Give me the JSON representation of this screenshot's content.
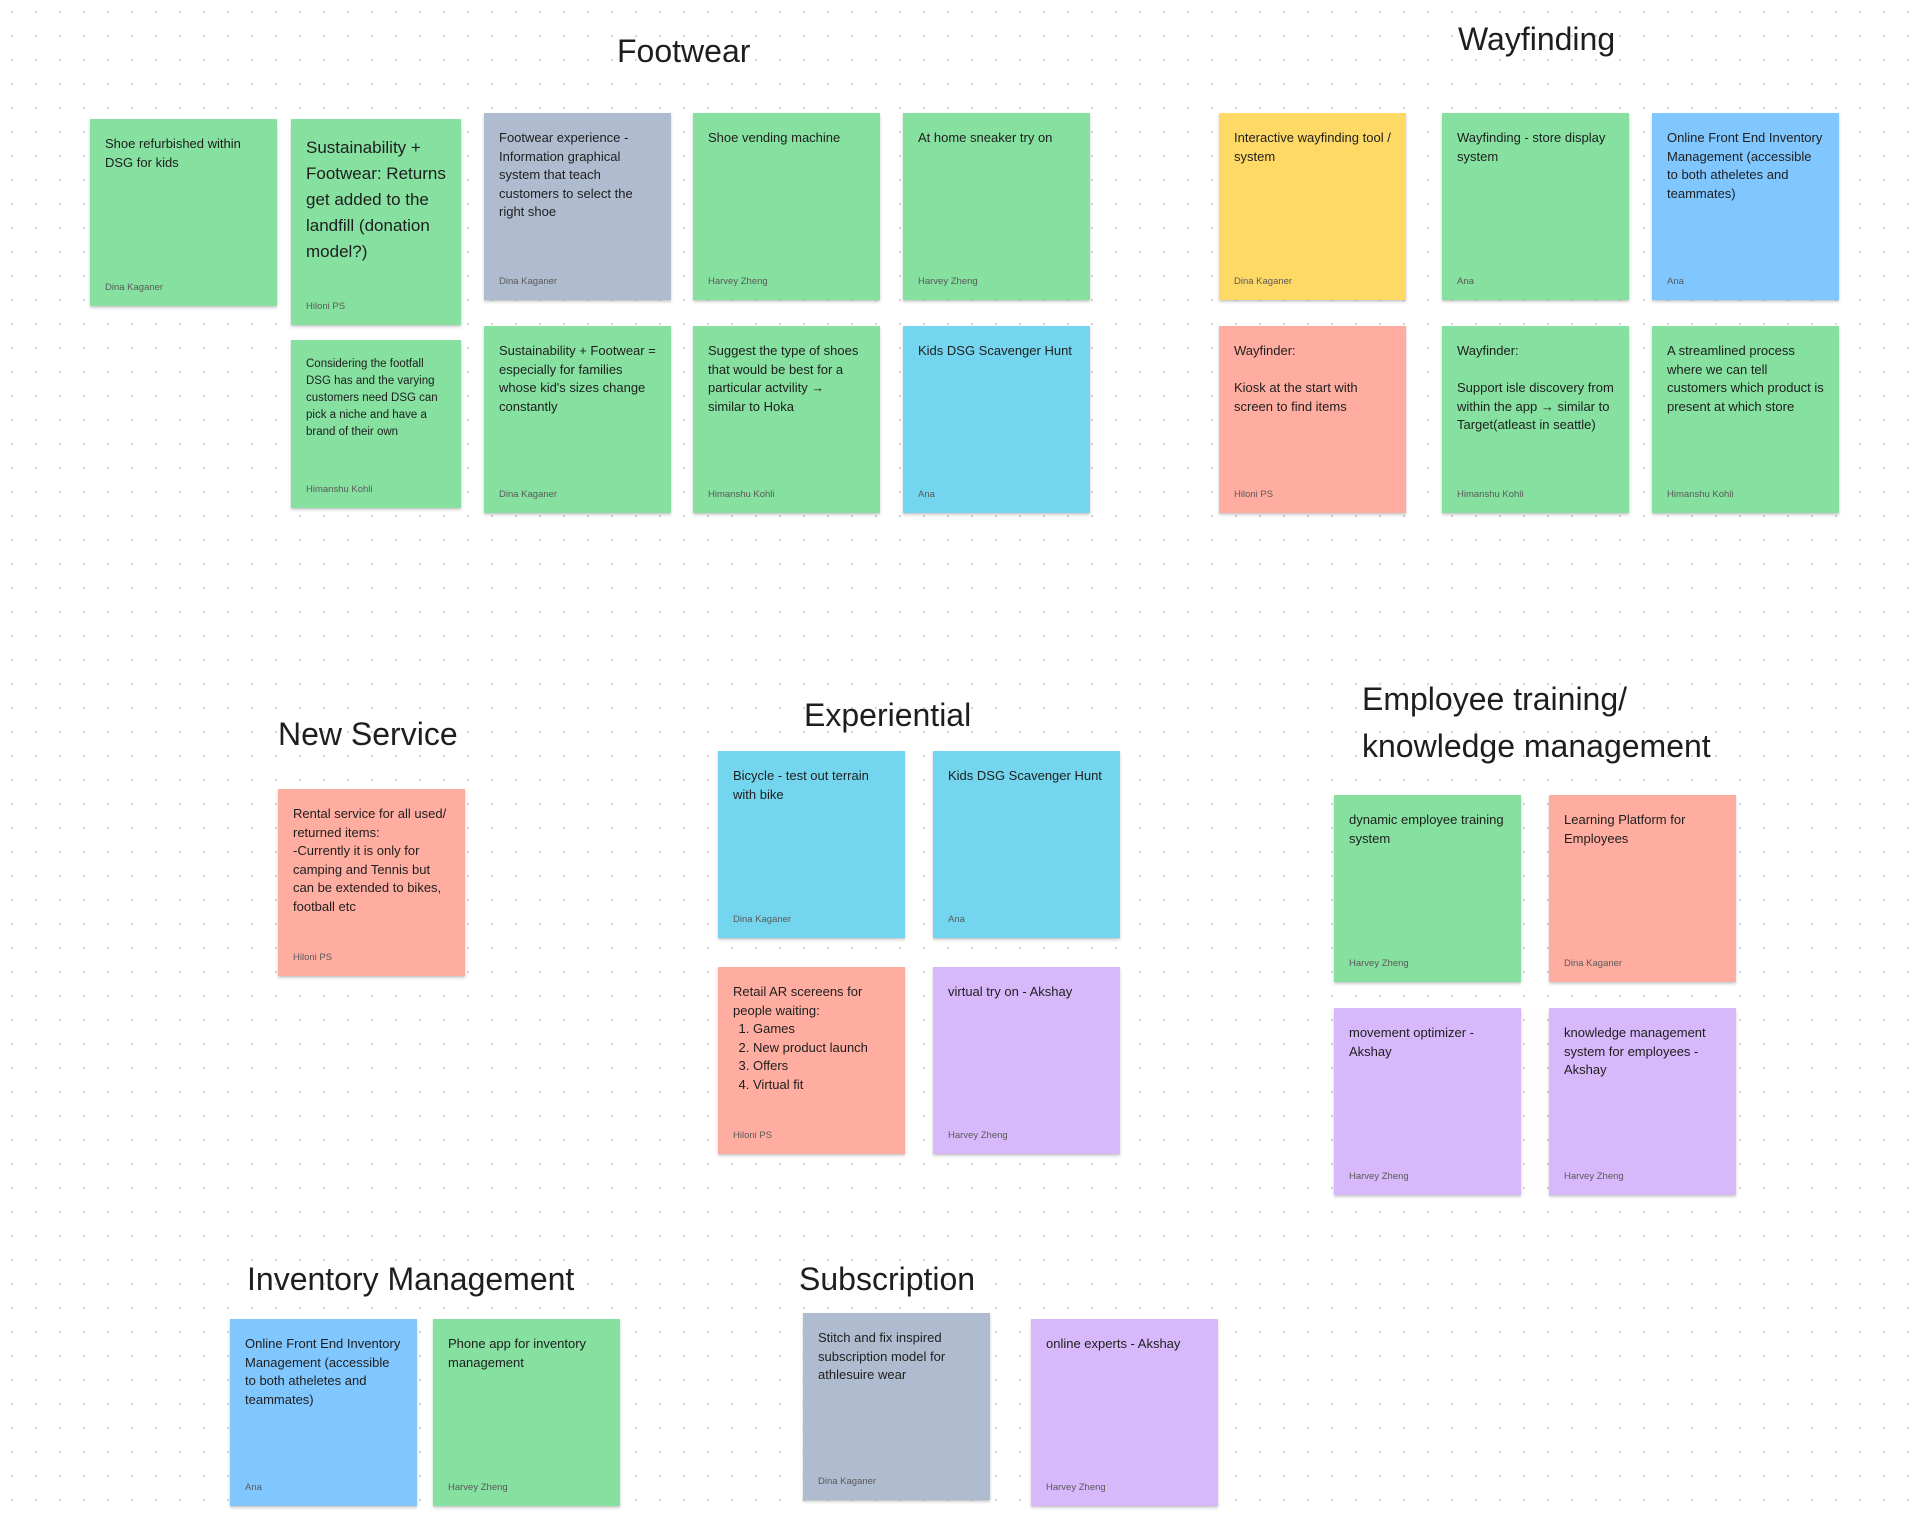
{
  "groups": {
    "footwear": "Footwear",
    "wayfinding": "Wayfinding",
    "new_service": "New Service",
    "experiential": "Experiential",
    "employee_training": "Employee training/\nknowledge management",
    "inventory": "Inventory Management",
    "subscription": "Subscription"
  },
  "colors": {
    "green": "#86e0a0",
    "yellow": "#ffd966",
    "blue": "#80c6ff",
    "cyan": "#74d6ee",
    "gray": "#afbccf",
    "salmon": "#ffada0",
    "purple": "#d7b8fa"
  },
  "notes": {
    "fw1": {
      "text": "Shoe refurbished within DSG for kids",
      "author": "Dina Kaganer"
    },
    "fw2": {
      "text": "Sustainability + Footwear: Returns get added to the landfill (donation model?)",
      "author": "Hiloni PS"
    },
    "fw3": {
      "text": "Footwear experience - Information graphical system that teach customers to select the right shoe",
      "author": "Dina Kaganer"
    },
    "fw4": {
      "text": "Shoe vending machine",
      "author": "Harvey Zheng"
    },
    "fw5": {
      "text": "At home sneaker try on",
      "author": "Harvey Zheng"
    },
    "fw6": {
      "text": "Considering the footfall DSG has and the varying customers need DSG can pick a niche and have a brand of their own",
      "author": "Himanshu Kohli"
    },
    "fw7": {
      "text": "Sustainability + Footwear = especially for families whose kid's sizes change constantly",
      "author": "Dina Kaganer"
    },
    "fw8": {
      "text": "Suggest the type of shoes that would be best for a particular actvility → similar to Hoka",
      "author": "Himanshu Kohli"
    },
    "fw9": {
      "text": "Kids DSG Scavenger Hunt",
      "author": "Ana"
    },
    "wf1": {
      "text": "Interactive wayfinding tool / system",
      "author": "Dina Kaganer"
    },
    "wf2": {
      "text": "Wayfinding - store display system",
      "author": "Ana"
    },
    "wf3": {
      "text": "Online Front End Inventory Management (accessible to both atheletes and teammates)",
      "author": "Ana"
    },
    "wf4": {
      "text": "Wayfinder:\n\nKiosk at the start with screen to find items",
      "author": "Hiloni PS"
    },
    "wf5": {
      "text": "Wayfinder:\n\nSupport isle discovery from within the app → similar to Target(atleast in seattle)",
      "author": "Himanshu Kohli"
    },
    "wf6": {
      "text": "A streamlined process where we can tell customers which product is present at which store",
      "author": "Himanshu Kohli"
    },
    "ns1": {
      "text": "Rental service for all used/ returned items:\n-Currently it is only for camping and Tennis but can be extended to bikes, football etc",
      "author": "Hiloni PS"
    },
    "ex1": {
      "text": "Bicycle - test out terrain with bike",
      "author": "Dina Kaganer"
    },
    "ex2": {
      "text": "Kids DSG Scavenger Hunt",
      "author": "Ana"
    },
    "ex3": {
      "text": "Retail AR scereens for people waiting:",
      "items": [
        "Games",
        "New product launch",
        "Offers",
        "Virtual fit"
      ],
      "author": "Hiloni PS"
    },
    "ex4": {
      "text": "virtual try on - Akshay",
      "author": "Harvey Zheng"
    },
    "et1": {
      "text": "dynamic employee training system",
      "author": "Harvey Zheng"
    },
    "et2": {
      "text": "Learning Platform for Employees",
      "author": "Dina Kaganer"
    },
    "et3": {
      "text": "movement optimizer - Akshay",
      "author": "Harvey Zheng"
    },
    "et4": {
      "text": "knowledge management system for employees - Akshay",
      "author": "Harvey Zheng"
    },
    "im1": {
      "text": "Online Front End Inventory Management (accessible to both atheletes and teammates)",
      "author": "Ana"
    },
    "im2": {
      "text": "Phone app for inventory management",
      "author": "Harvey Zheng"
    },
    "sb1": {
      "text": "Stitch and fix inspired subscription model for athlesuire wear",
      "author": "Dina Kaganer"
    },
    "sb2": {
      "text": "online experts - Akshay",
      "author": "Harvey Zheng"
    }
  }
}
